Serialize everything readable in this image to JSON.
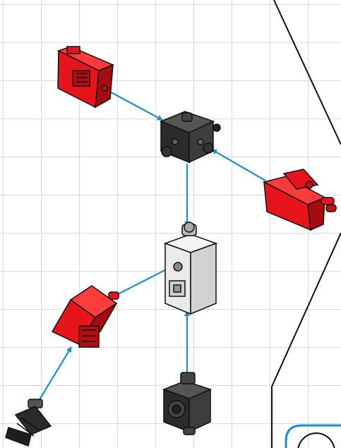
{
  "diagram": {
    "step_number": "",
    "colors": {
      "arrow": "#1b8fd0",
      "red_part": "#e8141c",
      "red_dark": "#a50c10",
      "black_part": "#2b2b2b",
      "grey_part": "#e6e6e6",
      "outline": "#111111"
    },
    "parts": [
      {
        "id": "red-angle-block-top-left",
        "color": "red"
      },
      {
        "id": "black-hub-cube",
        "color": "black"
      },
      {
        "id": "red-angle-block-right",
        "color": "red"
      },
      {
        "id": "grey-building-block",
        "color": "grey"
      },
      {
        "id": "red-angle-block-lower-left",
        "color": "red"
      },
      {
        "id": "black-wheel-hub",
        "color": "black"
      },
      {
        "id": "black-connector-clip",
        "color": "black"
      }
    ]
  }
}
